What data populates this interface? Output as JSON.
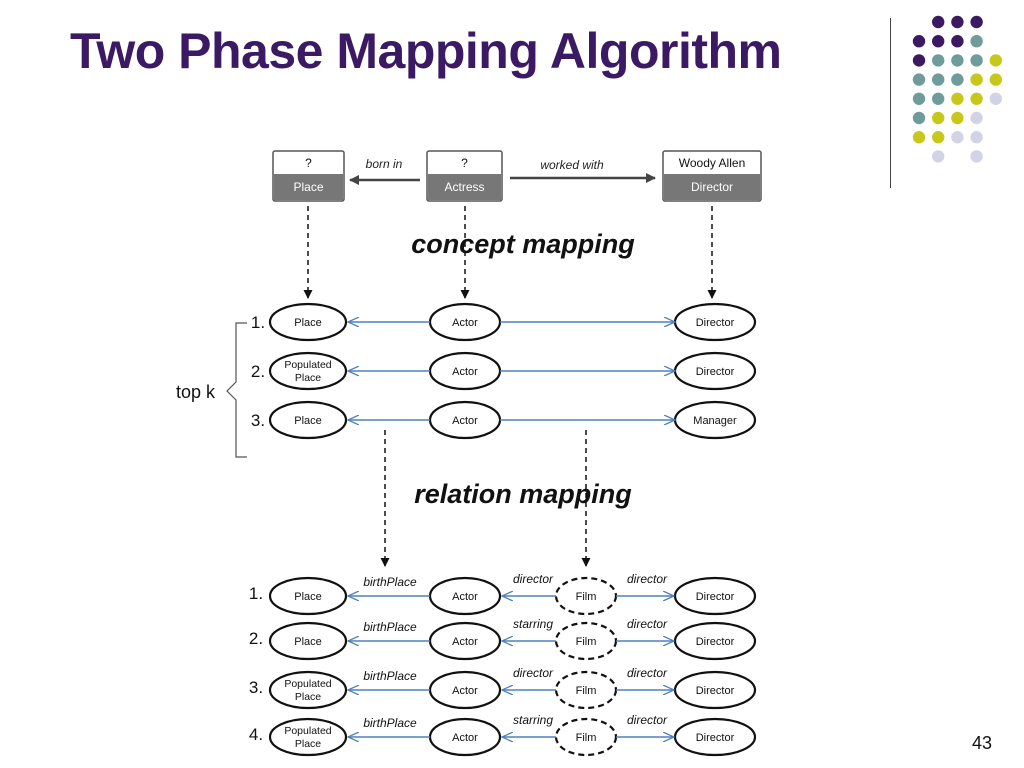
{
  "slide": {
    "title": "Two Phase Mapping Algorithm",
    "page_number": "43"
  },
  "colors": {
    "title": "#3b1a63",
    "dot_purple": "#3b1a63",
    "dot_teal": "#6f9b9b",
    "dot_lime": "#c8c81c",
    "dot_lavender": "#d3d3e6",
    "box_header": "#777777",
    "arrow_blue": "#4f81bd"
  },
  "query": {
    "place": {
      "top": "?",
      "bottom": "Place"
    },
    "actress": {
      "top": "?",
      "bottom": "Actress"
    },
    "director": {
      "top": "Woody Allen",
      "bottom": "Director"
    },
    "rel_born": "born in",
    "rel_worked": "worked with"
  },
  "phases": {
    "concept": "concept mapping",
    "relation": "relation mapping"
  },
  "top_k_label": "top k",
  "concept_rows": [
    {
      "num": "1.",
      "a": "Place",
      "b": "Actor",
      "c": "Director"
    },
    {
      "num": "2.",
      "a": "Populated Place",
      "b": "Actor",
      "c": "Director"
    },
    {
      "num": "3.",
      "a": "Place",
      "b": "Actor",
      "c": "Manager"
    }
  ],
  "relation_rows": [
    {
      "num": "1.",
      "a": "Place",
      "r1": "birthPlace",
      "b": "Actor",
      "r2": "director",
      "m": "Film",
      "r3": "director",
      "c": "Director"
    },
    {
      "num": "2.",
      "a": "Place",
      "r1": "birthPlace",
      "b": "Actor",
      "r2": "starring",
      "m": "Film",
      "r3": "director",
      "c": "Director"
    },
    {
      "num": "3.",
      "a": "Populated Place",
      "r1": "birthPlace",
      "b": "Actor",
      "r2": "director",
      "m": "Film",
      "r3": "director",
      "c": "Director"
    },
    {
      "num": "4.",
      "a": "Populated Place",
      "r1": "birthPlace",
      "b": "Actor",
      "r2": "starring",
      "m": "Film",
      "r3": "director",
      "c": "Director"
    }
  ]
}
